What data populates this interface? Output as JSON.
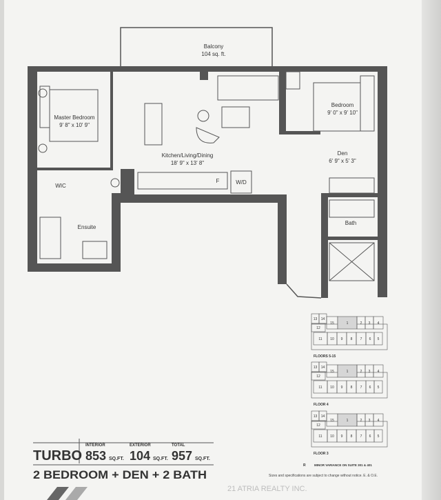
{
  "plan": {
    "balcony": {
      "name": "Balcony",
      "area": "104 sq. ft."
    },
    "rooms": [
      {
        "name": "Master Bedroom",
        "dims": "9' 8\" x 10' 9\""
      },
      {
        "name": "Kitchen/Living/Dining",
        "dims": "18' 9\" x 13' 8\""
      },
      {
        "name": "Bedroom",
        "dims": "9' 0\" x 9' 10\""
      },
      {
        "name": "Den",
        "dims": "6' 9\" x 5' 3\""
      },
      {
        "name": "WIC"
      },
      {
        "name": "Ensuite"
      },
      {
        "name": "Bath"
      }
    ],
    "fixtures": {
      "fridge": "F",
      "washer_dryer": "W/D"
    }
  },
  "key_plans": {
    "units_top": [
      "13",
      "14",
      "15",
      "1",
      "2",
      "3",
      "4"
    ],
    "unit_side": "12",
    "units_bottom": [
      "11",
      "10",
      "9",
      "8",
      "7",
      "6",
      "5"
    ],
    "highlight_unit": "1",
    "labels": [
      "FLOORS 5-15",
      "FLOOR 4",
      "FLOOR 3"
    ],
    "highlight_color": "#d6d6d6"
  },
  "suite": {
    "model": "TURBO",
    "interior_label": "INTERIOR",
    "interior_value": "853",
    "interior_unit": "SQ.FT.",
    "exterior_label": "EXTERIOR",
    "exterior_value": "104",
    "exterior_unit": "SQ.FT.",
    "total_label": "TOTAL",
    "total_value": "957",
    "total_unit": "SQ.FT.",
    "type": "2 BEDROOM + DEN + 2 BATH"
  },
  "notes": {
    "variance_marker": "R",
    "variance": "MINOR VARIANCE ON SUITE 301 & 401",
    "disclaimer": "Sizes and specifications are subject to change without notice. E. & O.E."
  },
  "watermark": "21 ATRIA REALTY INC.",
  "colors": {
    "wall": "#555555",
    "stripe_dark": "#666666",
    "stripe_light": "#aaaaaa"
  }
}
